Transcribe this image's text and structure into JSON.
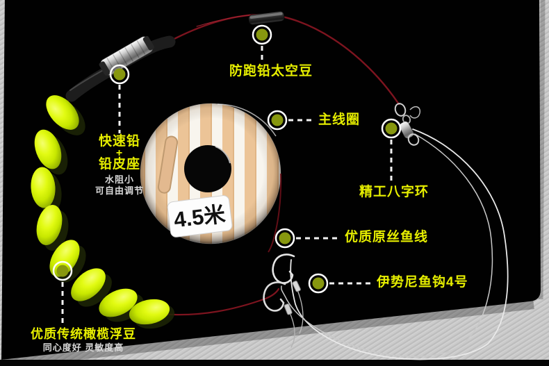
{
  "scene": {
    "spool_label": "4.5米",
    "colors": {
      "background_gray": "#c9c9c9",
      "card_black": "#000000",
      "accent_yellow": "#e6ee00",
      "note_white": "#d9d9d9",
      "callout_dot_olive": "#87970f",
      "float_green": "#d3f200",
      "main_line_red": "#7d141f",
      "spool_tan": "#ecc497",
      "spool_cream": "#f8f5ee"
    }
  },
  "callouts": {
    "anti_run_stopper": {
      "label": "防跑铅太空豆"
    },
    "main_line_ring": {
      "label": "主线圈"
    },
    "quick_lead": {
      "label_top": "快速铅",
      "plus": "+",
      "label_bottom": "铅皮座",
      "note_1": "水阻小",
      "note_2": "可自由调节"
    },
    "swivel": {
      "label": "精工八字环"
    },
    "fishing_line": {
      "label": "优质原丝鱼线"
    },
    "hook": {
      "label": "伊势尼鱼钩4号"
    },
    "olive_float": {
      "label": "优质传统橄榄浮豆",
      "note": "同心度好 灵敏度高"
    }
  }
}
